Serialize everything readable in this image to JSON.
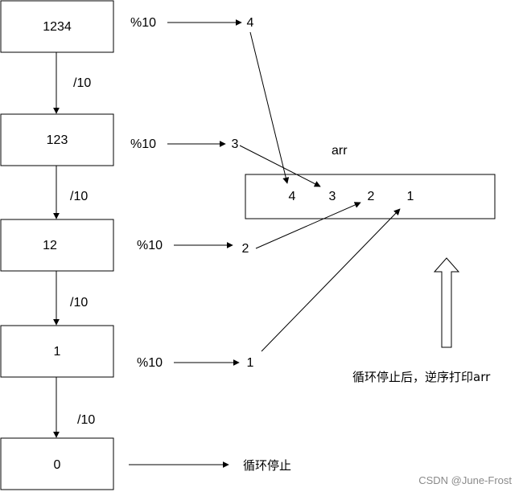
{
  "diagram": {
    "boxes": [
      "1234",
      "123",
      "12",
      "1",
      "0"
    ],
    "divide_label": "/10",
    "mod_label": "%10",
    "digits": [
      "4",
      "3",
      "2",
      "1"
    ],
    "array_title": "arr",
    "array_cells": [
      "4",
      "3",
      "2",
      "1"
    ],
    "stop_label": "循环停止",
    "reverse_note": "循环停止后，逆序打印arr"
  },
  "watermark": "CSDN @June-Frost"
}
